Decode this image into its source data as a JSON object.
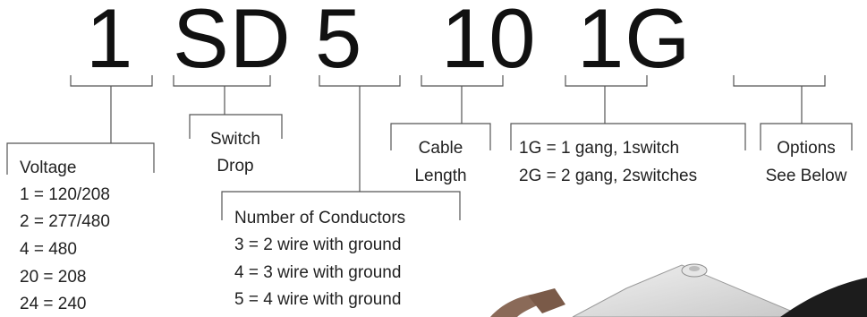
{
  "code_segments": [
    "1",
    "SD",
    "5",
    "10",
    "1G"
  ],
  "voltage": {
    "title": "Voltage",
    "items": [
      "1 = 120/208",
      "2 = 277/480",
      "4 = 480",
      "20 = 208",
      "24 = 240"
    ]
  },
  "switch_drop": {
    "line1": "Switch",
    "line2": "Drop"
  },
  "conductors": {
    "title": "Number of Conductors",
    "items": [
      "3 = 2 wire with ground",
      "4 = 3 wire with ground",
      "5 = 4 wire with ground"
    ]
  },
  "cable_length": {
    "line1": "Cable",
    "line2": "Length"
  },
  "gang": {
    "items": [
      "1G = 1 gang, 1switch",
      "2G = 2 gang, 2switches"
    ]
  },
  "options": {
    "line1": "Options",
    "line2": "See Below"
  },
  "colors": {
    "line": "#555555",
    "text": "#222222",
    "photo_plate": "#d8d8d8",
    "photo_brown": "#8a6a58",
    "photo_cable": "#1c1c1c"
  }
}
